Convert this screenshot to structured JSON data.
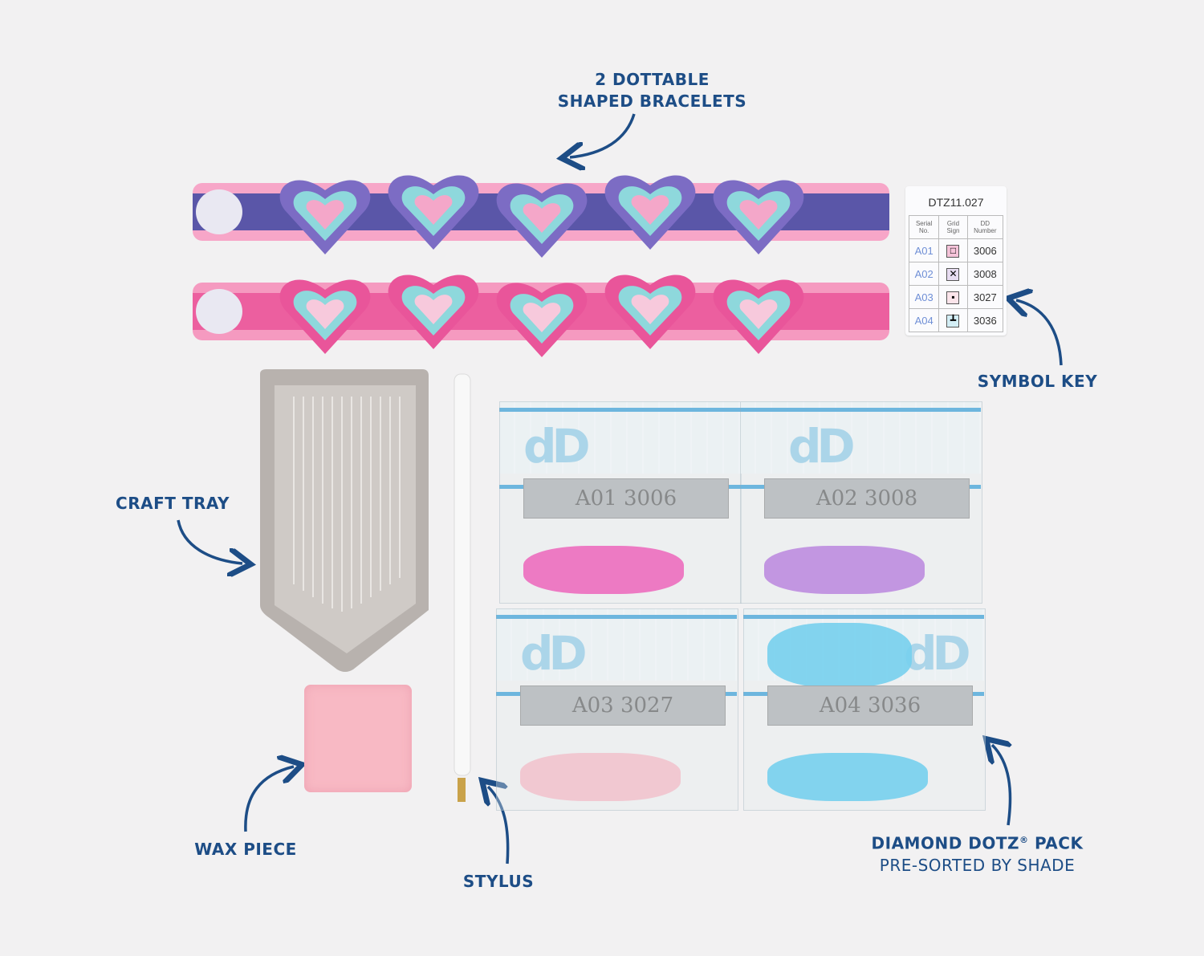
{
  "labels": {
    "bracelets_line1": "2 DOTTABLE",
    "bracelets_line2": "SHAPED BRACELETS",
    "symbol_key": "SYMBOL KEY",
    "craft_tray": "CRAFT TRAY",
    "wax_piece": "WAX PIECE",
    "stylus": "STYLUS",
    "dotz_pack_main": "DIAMOND DOTZ",
    "dotz_pack_reg": "®",
    "dotz_pack_tail": " PACK",
    "dotz_pack_sub": "PRE-SORTED BY SHADE"
  },
  "symbol_key": {
    "code": "DTZ11.027",
    "headers": [
      "Serial No.",
      "Grid Sign",
      "DD Number"
    ],
    "rows": [
      {
        "serial": "A01",
        "sign": "□",
        "number": "3006"
      },
      {
        "serial": "A02",
        "sign": "✕",
        "number": "3008"
      },
      {
        "serial": "A03",
        "sign": "▪",
        "number": "3027"
      },
      {
        "serial": "A04",
        "sign": "┻",
        "number": "3036"
      }
    ]
  },
  "packs": [
    {
      "label": "A01 3006",
      "bead_color": "#f22aa4",
      "brand": "DIAMOND DOTZ®"
    },
    {
      "label": "A02 3008",
      "bead_color": "#a95ad8",
      "brand": "DIAMOND DOTZ®"
    },
    {
      "label": "A03 3027",
      "bead_color": "#f7aebd",
      "brand": "DIAMOND DOTZ®"
    },
    {
      "label": "A04 3036",
      "bead_color": "#3cc2ee",
      "brand": "DIAMOND DOTZ®"
    }
  ],
  "colors": {
    "label_blue": "#1d4d86",
    "bracelet_purple": "#5a56a8",
    "bracelet_pink": "#ec5f9f",
    "heart_teal": "#8ed8dc",
    "heart_pink": "#f4a7c9"
  }
}
